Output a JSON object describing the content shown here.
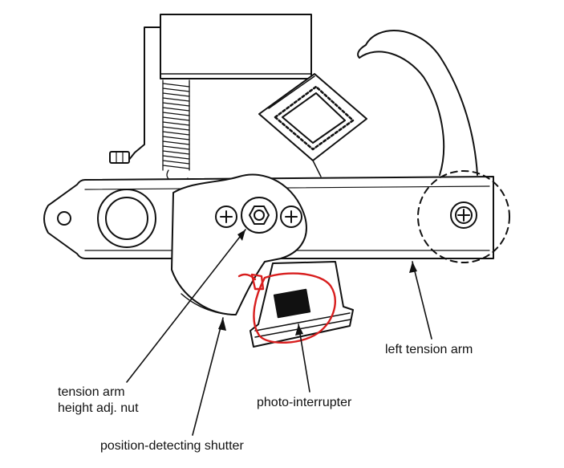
{
  "labels": {
    "tension_arm_nut_line1": "tension arm",
    "tension_arm_nut_line2": "height adj. nut",
    "photo_interrupter": "photo-interrupter",
    "left_tension_arm": "left tension arm",
    "position_detecting_shutter": "position-detecting shutter"
  },
  "colors": {
    "ink": "#111111",
    "annotation": "#d81e1e",
    "paper": "#ffffff"
  }
}
